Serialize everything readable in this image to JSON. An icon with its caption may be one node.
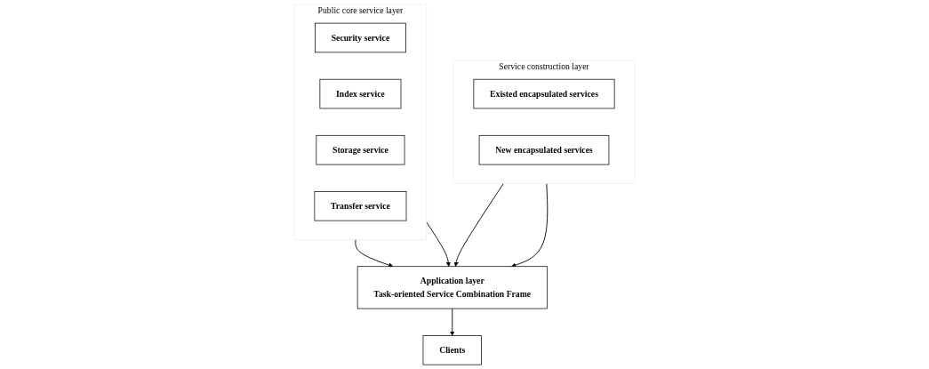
{
  "diagram": {
    "nodes": [
      {
        "text": [
          "Public core service layer"
        ]
      },
      {
        "text": [
          "Security service"
        ],
        "in": 0
      },
      {
        "text": [
          "Index service"
        ],
        "in": 0
      },
      {
        "text": [
          "Storage service"
        ],
        "in": 0
      },
      {
        "text": [
          "Transfer service"
        ],
        "in": 0
      },
      {
        "text": [
          "Application layer",
          "Task-oriented Service Combination Frame"
        ]
      },
      {
        "text": [
          "Clients"
        ]
      },
      {
        "text": [
          "Service construction layer"
        ]
      },
      {
        "text": [
          "Existed encapsulated services"
        ],
        "in": 7
      },
      {
        "text": [
          "New encapsulated services"
        ],
        "in": 7
      }
    ],
    "edges": [
      {
        "from": 0,
        "to": 5,
        "arrow": "to"
      },
      {
        "from": 0,
        "to": 5,
        "arrow": "to"
      },
      {
        "from": 5,
        "to": 6,
        "arrow": "to"
      },
      {
        "from": 7,
        "to": 5,
        "arrow": "to"
      },
      {
        "from": 7,
        "to": 5,
        "arrow": "to"
      }
    ]
  }
}
